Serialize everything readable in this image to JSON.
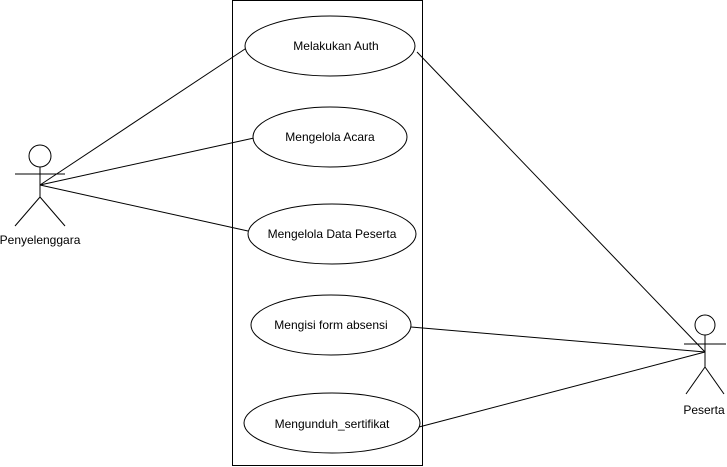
{
  "actors": {
    "organizer": {
      "label": "Penyelenggara"
    },
    "participant": {
      "label": "Peserta"
    }
  },
  "use_cases": {
    "auth": {
      "label": "Melakukan Auth"
    },
    "manage_event": {
      "label": "Mengelola Acara"
    },
    "manage_participants": {
      "label": "Mengelola Data Peserta"
    },
    "fill_attendance": {
      "label": "Mengisi form absensi"
    },
    "download_certificate": {
      "label": "Mengunduh_sertifikat"
    }
  },
  "colors": {
    "stroke": "#000000",
    "fill": "#ffffff"
  }
}
